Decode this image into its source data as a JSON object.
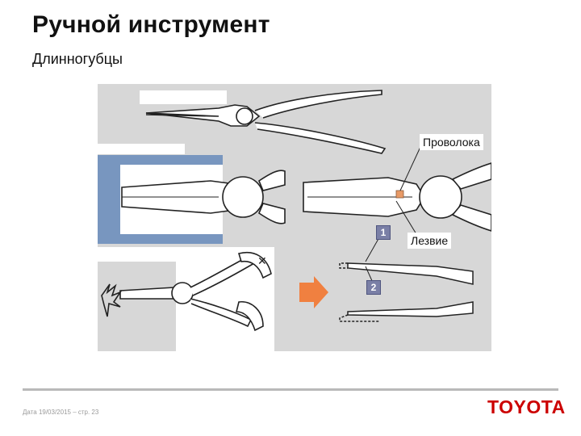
{
  "header": {
    "title": "Ручной инструмент",
    "subtitle": "Длинногубцы"
  },
  "figure": {
    "callouts": {
      "wire": "Проволока",
      "blade": "Лезвие"
    },
    "steps": [
      "1",
      "2"
    ],
    "colors": {
      "background": "#d7d7d7",
      "wall": "#7896bf",
      "wire_piece": "#e89a66",
      "arrow": "#f08040",
      "step_badge": "#7a7fa6"
    }
  },
  "footer": {
    "text": "Дата 19/03/2015 – стр. 23",
    "logo": "TOYOTA"
  }
}
